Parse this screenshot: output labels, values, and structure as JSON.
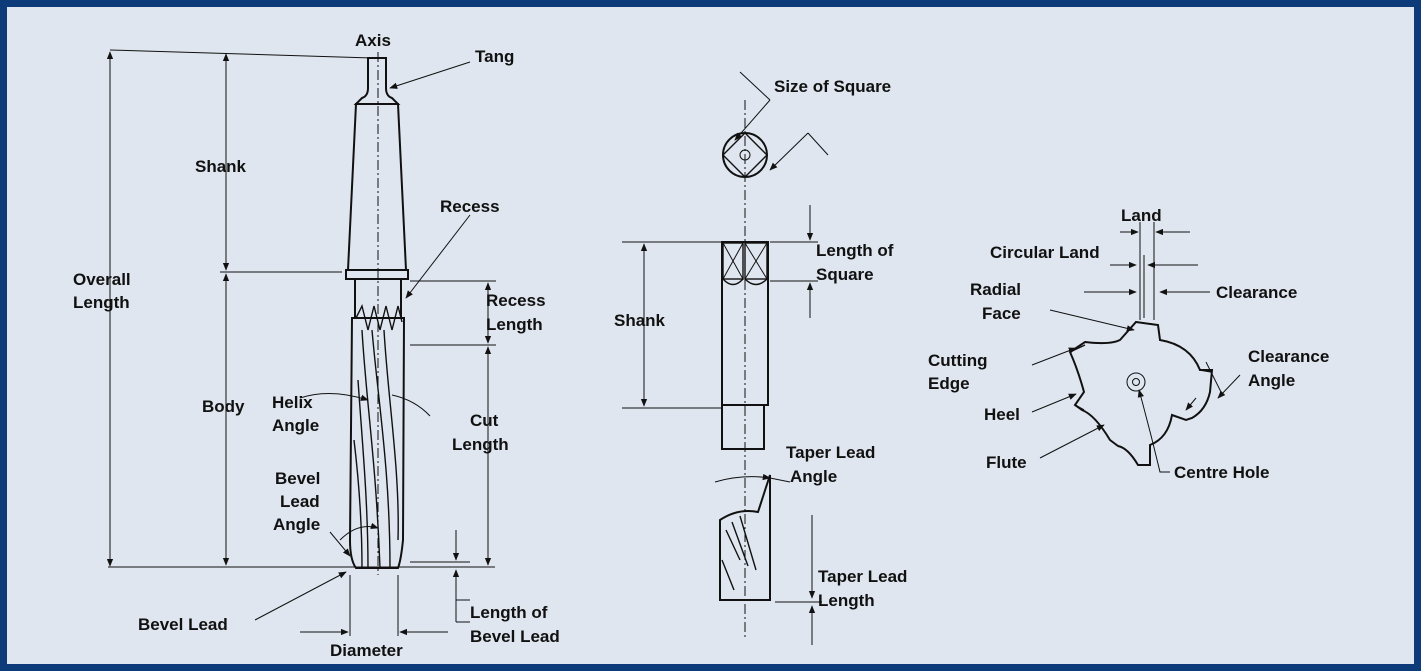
{
  "labels": {
    "axis": "Axis",
    "tang": "Tang",
    "shank": "Shank",
    "overall_1": "Overall",
    "overall_2": "Length",
    "recess": "Recess",
    "recess_len_1": "Recess",
    "recess_len_2": "Length",
    "body": "Body",
    "helix_1": "Helix",
    "helix_2": "Angle",
    "cut_1": "Cut",
    "cut_2": "Length",
    "bevel_la_1": "Bevel",
    "bevel_la_2": "Lead",
    "bevel_la_3": "Angle",
    "bevel_lead": "Bevel Lead",
    "diameter": "Diameter",
    "len_bevel_1": "Length of",
    "len_bevel_2": "Bevel Lead",
    "size_square": "Size of Square",
    "len_square_1": "Length of",
    "len_square_2": "Square",
    "shank2": "Shank",
    "taper_angle_1": "Taper Lead",
    "taper_angle_2": "Angle",
    "taper_len_1": "Taper Lead",
    "taper_len_2": "Length",
    "land": "Land",
    "circular_land": "Circular Land",
    "clearance": "Clearance",
    "radial_1": "Radial",
    "radial_2": "Face",
    "cutting_1": "Cutting",
    "cutting_2": "Edge",
    "clear_angle_1": "Clearance",
    "clear_angle_2": "Angle",
    "heel": "Heel",
    "flute": "Flute",
    "centre_hole": "Centre Hole"
  },
  "colors": {
    "border": "#0d3a78",
    "background": "#dfe6ef",
    "ink": "#111111"
  }
}
